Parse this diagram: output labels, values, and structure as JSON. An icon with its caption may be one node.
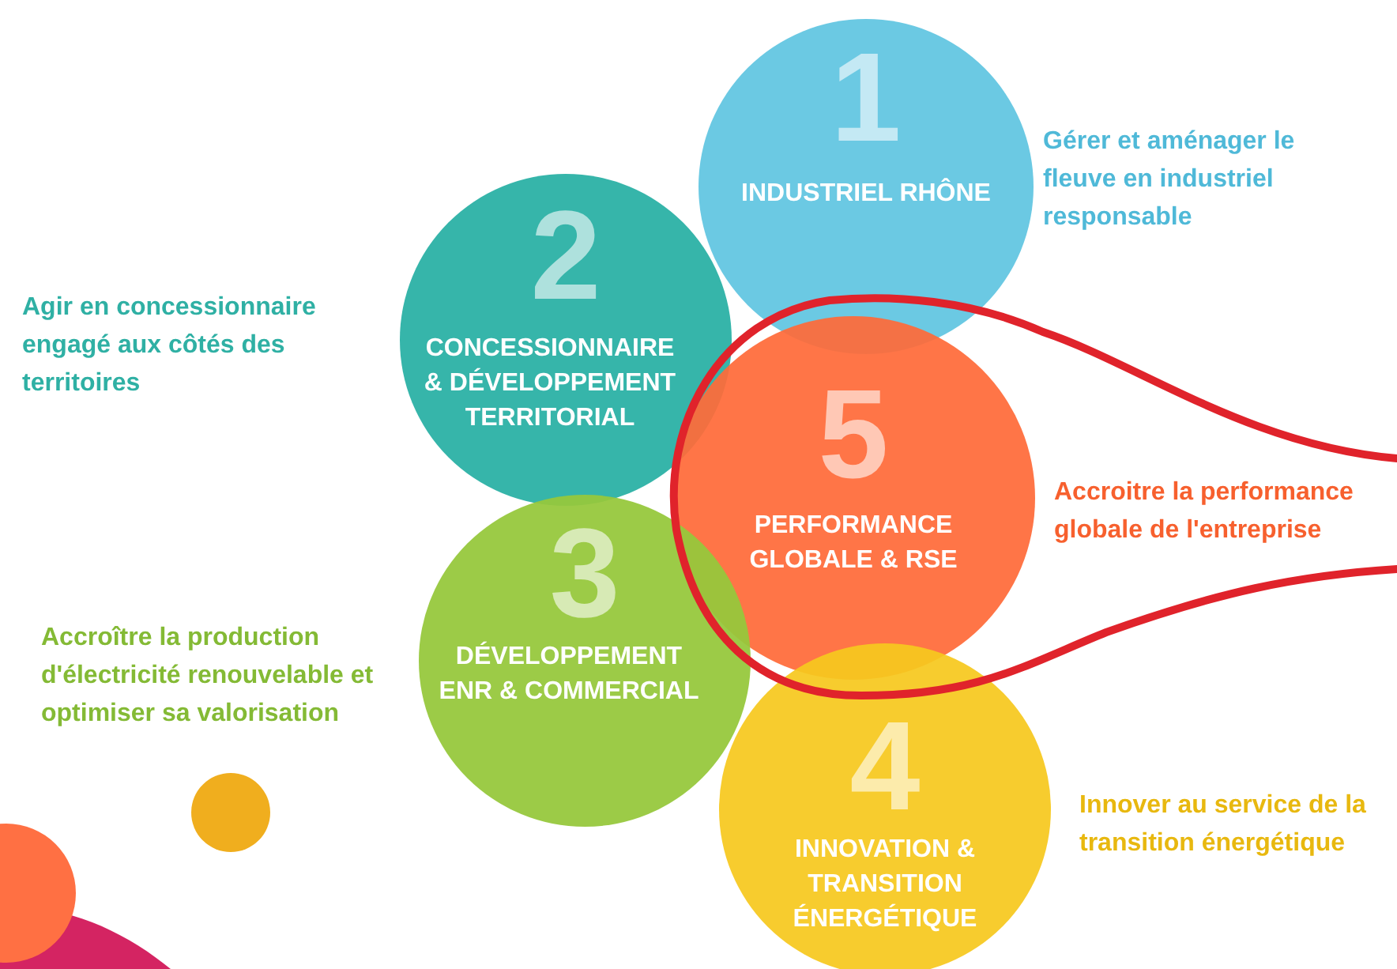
{
  "diagram": {
    "nodes": [
      {
        "text": [
          "1",
          "INDUSTRIEL RHÔNE"
        ],
        "beside": [
          "Gérer et aménager le fleuve en industriel responsable"
        ]
      },
      {
        "text": [
          "2",
          "CONCESSIONNAIRE & DÉVELOPPEMENT TERRITORIAL"
        ],
        "beside": [
          "Agir en concessionnaire engagé aux côtés des territoires"
        ]
      },
      {
        "text": [
          "5",
          "PERFORMANCE GLOBALE & RSE"
        ],
        "beside": [
          "Accroitre la performance globale de l'entreprise"
        ]
      },
      {
        "text": [
          "3",
          "DÉVELOPPEMENT ENR & COMMERCIAL"
        ],
        "beside": [
          "Accroître la production d'électricité renouvelable et optimiser sa valorisation"
        ]
      },
      {
        "text": [
          "4",
          "INNOVATION & TRANSITION ÉNERGÉTIQUE"
        ],
        "beside": [
          "Innover au service de la transition énergétique"
        ]
      }
    ]
  }
}
